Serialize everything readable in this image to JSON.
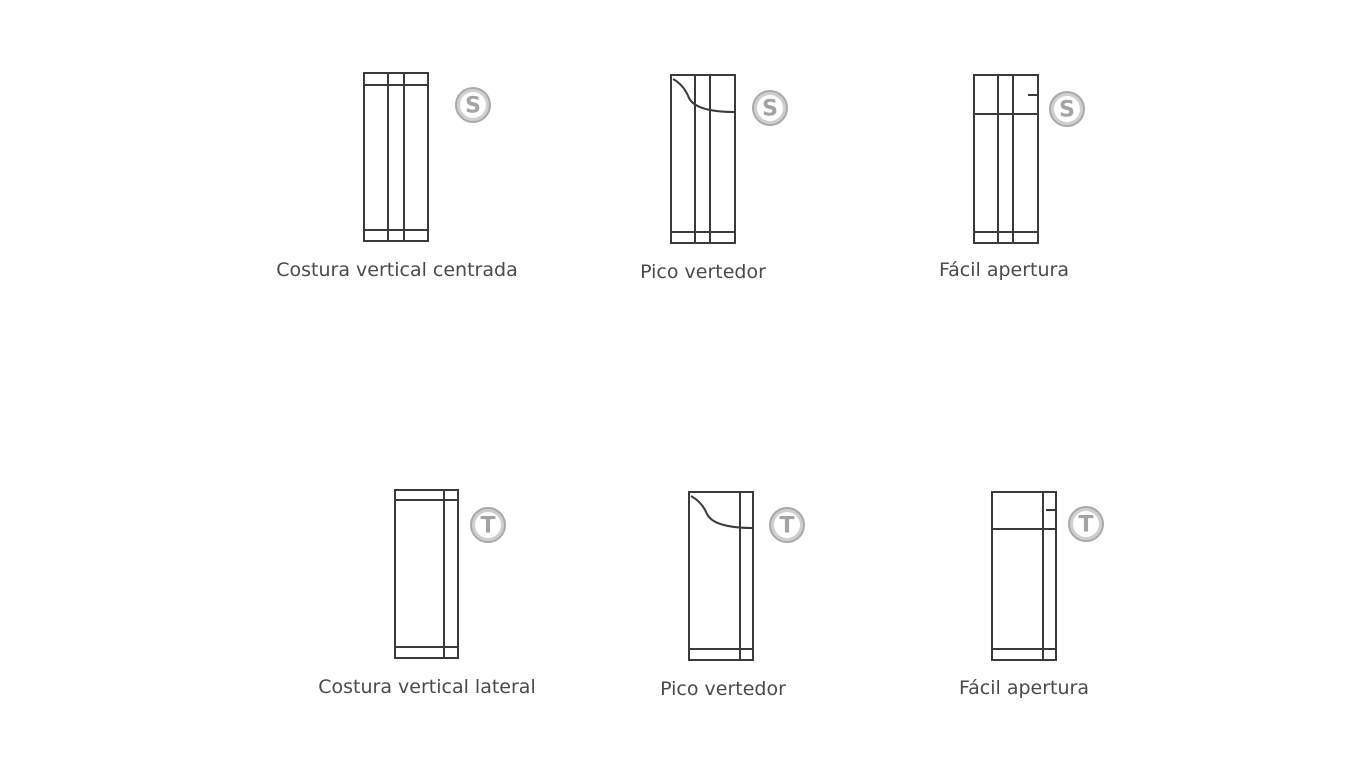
{
  "figure": {
    "rows": [
      {
        "badge": "S",
        "items": [
          {
            "caption": "Costura vertical centrada",
            "style": "center-seam"
          },
          {
            "caption": "Pico vertedor",
            "style": "pour-spout-center"
          },
          {
            "caption": "Fácil apertura",
            "style": "easy-open-center"
          }
        ]
      },
      {
        "badge": "T",
        "items": [
          {
            "caption": "Costura vertical lateral",
            "style": "side-seam"
          },
          {
            "caption": "Pico vertedor",
            "style": "pour-spout-side"
          },
          {
            "caption": "Fácil apertura",
            "style": "easy-open-side"
          }
        ]
      }
    ],
    "colors": {
      "line": "#3a3a3a",
      "badge_ring": "#a9a9a9",
      "badge_letter": "#a3a3a3",
      "caption": "#4a4a4a"
    }
  }
}
